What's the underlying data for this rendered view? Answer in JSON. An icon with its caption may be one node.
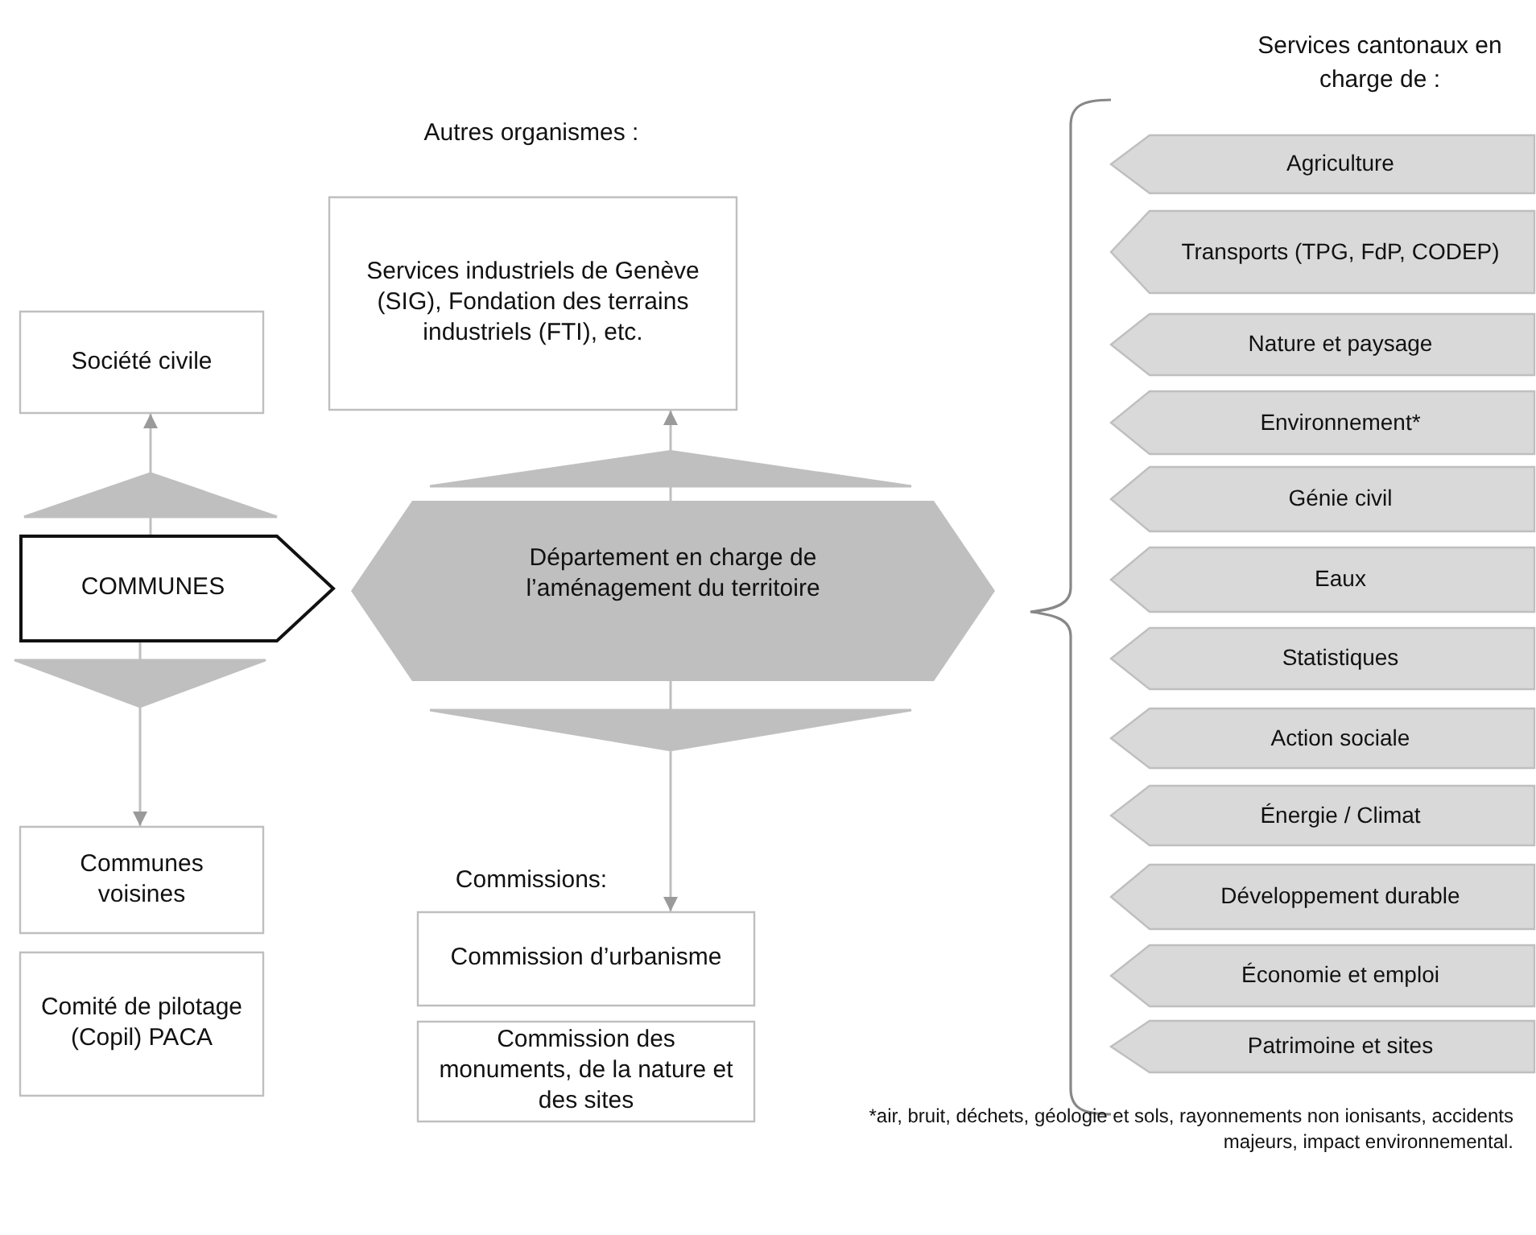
{
  "diagram": {
    "nodes": [
      {
        "text": [
          "Société civile"
        ]
      },
      {
        "text": [
          "Services industriels de Genève (SIG), Fondation des terrains industriels (FTI), etc."
        ]
      },
      {
        "text": [
          "COMMUNES"
        ]
      },
      {
        "text": [
          "Département en charge de l’aménagement du territoire"
        ]
      },
      {
        "text": [
          "Communes voisines"
        ]
      },
      {
        "text": [
          "Comité de pilotage (Copil) PACA"
        ]
      },
      {
        "text": [
          "Commission d’urbanisme"
        ]
      },
      {
        "text": [
          "Commission des monuments, de la nature et des sites"
        ]
      },
      {
        "text": [
          "Agriculture"
        ]
      },
      {
        "text": [
          "Transports (TPG, FdP, CODEP)"
        ]
      },
      {
        "text": [
          "Nature et paysage"
        ]
      },
      {
        "text": [
          "Environnement*"
        ]
      },
      {
        "text": [
          "Génie civil"
        ]
      },
      {
        "text": [
          "Eaux"
        ]
      },
      {
        "text": [
          "Statistiques"
        ]
      },
      {
        "text": [
          "Action sociale"
        ]
      },
      {
        "text": [
          "Énergie / Climat"
        ]
      },
      {
        "text": [
          "Développement durable"
        ]
      },
      {
        "text": [
          "Économie et emploi"
        ]
      },
      {
        "text": [
          "Patrimoine et sites"
        ]
      }
    ],
    "edges": [
      {
        "from": 2,
        "to": 0,
        "arrow": "to"
      },
      {
        "from": 2,
        "to": 4,
        "arrow": "to"
      },
      {
        "from": 3,
        "to": 1,
        "arrow": "to"
      },
      {
        "from": 3,
        "to": 6,
        "arrow": "to"
      }
    ],
    "labels": [
      "Services cantonaux en charge de :",
      "Autres organismes :",
      "Commissions:",
      "*air, bruit, déchets, géologie et sols, rayonnements non ionisants, accidents majeurs, impact environnemental."
    ]
  }
}
